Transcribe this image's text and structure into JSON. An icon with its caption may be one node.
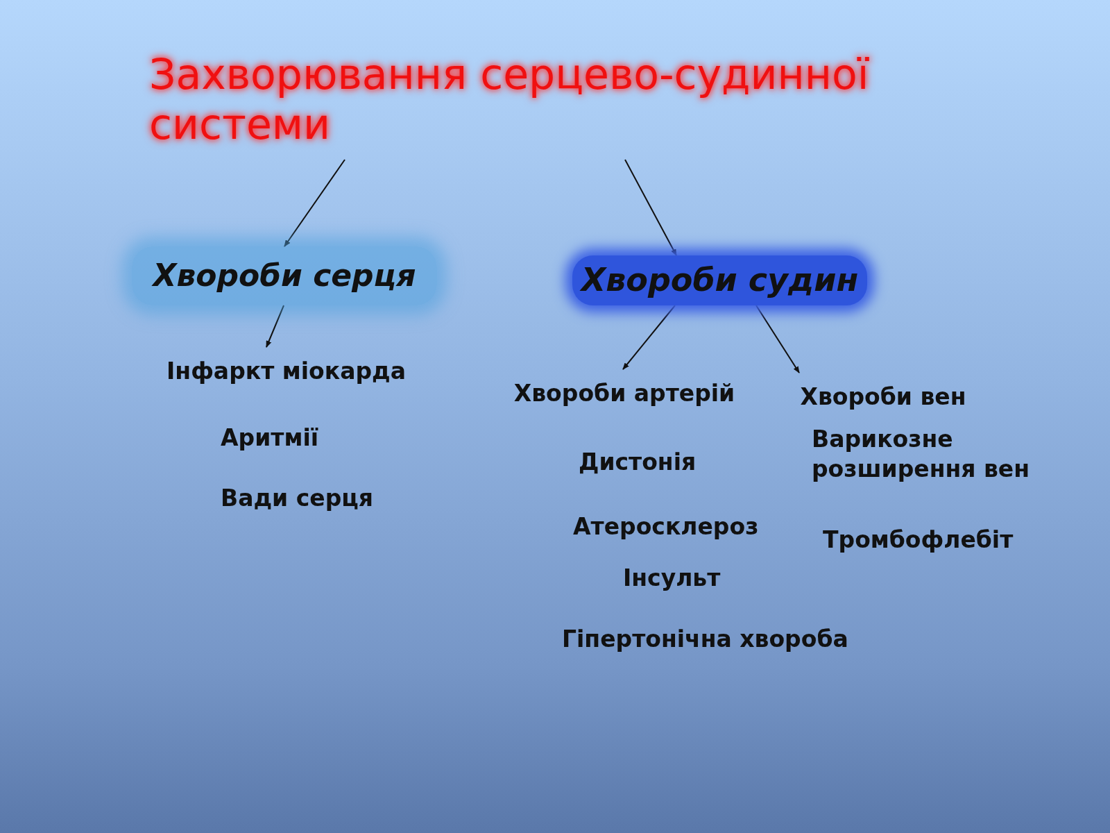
{
  "diagram": {
    "nodes": [
      {
        "text": [
          "Захворювання серцево-судинної системи"
        ]
      },
      {
        "text": [
          "Хвороби серця"
        ]
      },
      {
        "text": [
          "Хвороби судин"
        ]
      },
      {
        "text": [
          "Інфаркт міокарда"
        ]
      },
      {
        "text": [
          "Хвороби артерій"
        ]
      },
      {
        "text": [
          "Хвороби вен"
        ]
      }
    ],
    "edges": [
      {
        "from": 0,
        "to": 1,
        "arrow": "to"
      },
      {
        "from": 0,
        "to": 2,
        "arrow": "to"
      },
      {
        "from": 1,
        "to": 3,
        "arrow": "to"
      },
      {
        "from": 2,
        "to": 4,
        "arrow": "to"
      },
      {
        "from": 2,
        "to": 5,
        "arrow": "to"
      }
    ],
    "labels": [
      "Аритмії",
      "Вади серця",
      "Дистонія",
      "Варикозне розширення вен",
      "Атеросклероз",
      "Тромбофлебіт",
      "Інсульт",
      "Гіпертонічна хвороба"
    ]
  }
}
